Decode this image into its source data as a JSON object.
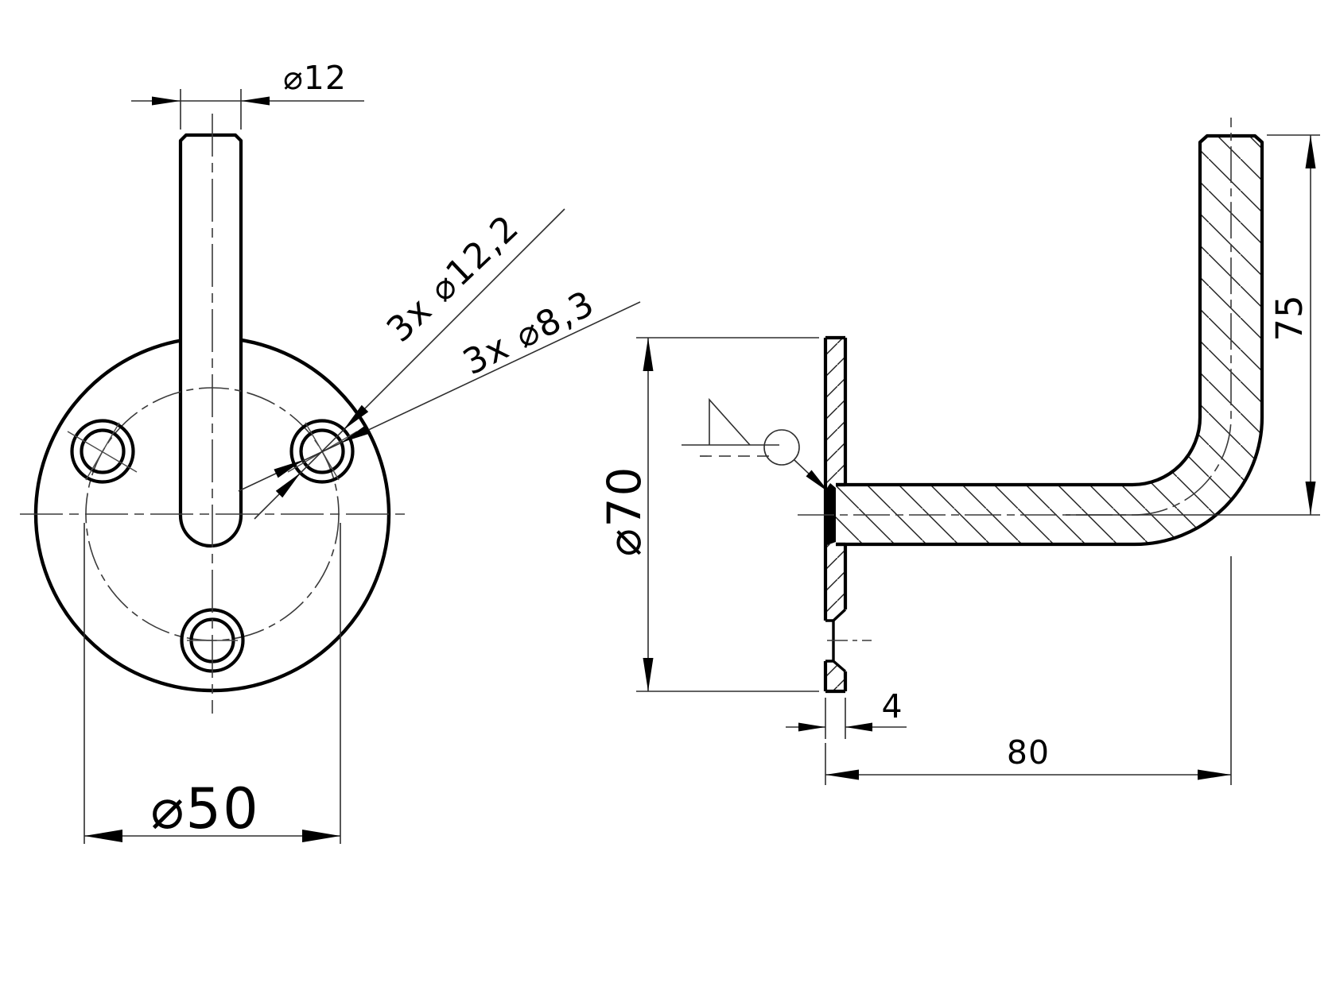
{
  "front_view": {
    "pin_diameter_label": "⌀12",
    "counterbore_label": "3x ⌀12,2",
    "through_hole_label": "3x ⌀8,3",
    "bolt_circle_label": "⌀50"
  },
  "side_view": {
    "plate_diameter_label": "⌀70",
    "arm_height_label": "75",
    "plate_thickness_label": "4",
    "arm_length_label": "80"
  },
  "style": {
    "line_color": "#000000",
    "background_color": "#ffffff"
  }
}
